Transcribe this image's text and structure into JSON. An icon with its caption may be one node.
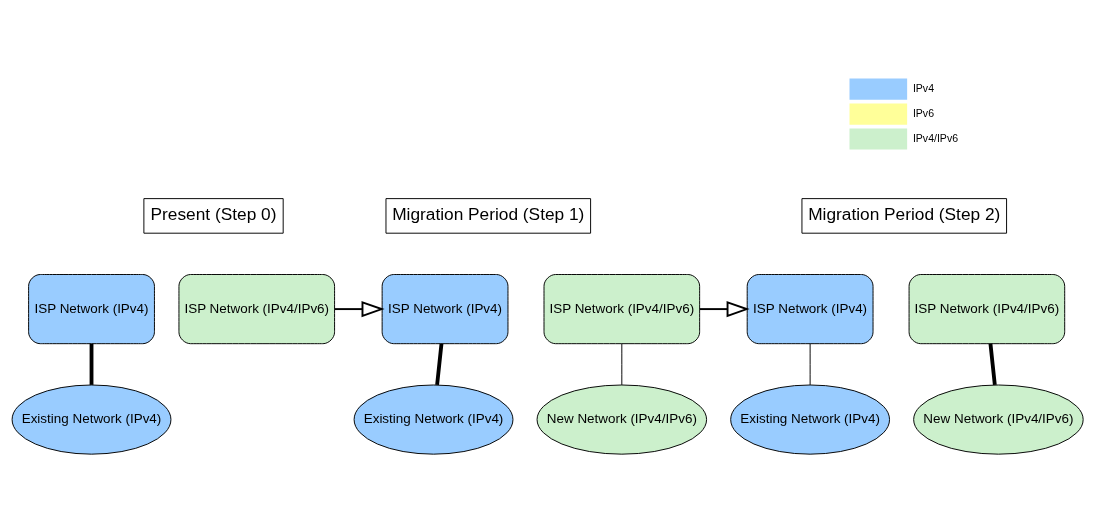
{
  "diagram": {
    "nodes": [
      {
        "text": [
          "Present (Step 0)"
        ]
      },
      {
        "text": [
          "ISP Network (IPv4)"
        ]
      },
      {
        "text": [
          "ISP Network (IPv4/IPv6)"
        ]
      },
      {
        "text": [
          "Existing Network (IPv4)"
        ]
      },
      {
        "text": [
          "Migration Period (Step 1)"
        ]
      },
      {
        "text": [
          "ISP Network (IPv4)"
        ]
      },
      {
        "text": [
          "ISP Network (IPv4/IPv6)"
        ]
      },
      {
        "text": [
          "Existing Network (IPv4)"
        ]
      },
      {
        "text": [
          "New Network (IPv4/IPv6)"
        ]
      },
      {
        "text": [
          "Migration Period (Step 2)"
        ]
      },
      {
        "text": [
          "ISP Network (IPv4)"
        ]
      },
      {
        "text": [
          "ISP Network (IPv4/IPv6)"
        ]
      },
      {
        "text": [
          "Existing Network (IPv4)"
        ]
      },
      {
        "text": [
          "New Network (IPv4/IPv6)"
        ]
      }
    ],
    "edges": [
      {
        "from": 1,
        "to": 3,
        "arrow": "none",
        "style": "thick"
      },
      {
        "from": 2,
        "to": 5,
        "arrow": "to"
      },
      {
        "from": 5,
        "to": 7,
        "arrow": "none",
        "style": "thick"
      },
      {
        "from": 6,
        "to": 8,
        "arrow": "none"
      },
      {
        "from": 6,
        "to": 10,
        "arrow": "to"
      },
      {
        "from": 10,
        "to": 12,
        "arrow": "none"
      },
      {
        "from": 11,
        "to": 13,
        "arrow": "none",
        "style": "thick"
      }
    ],
    "legend": [
      {
        "text": "IPv4",
        "color": "#99ccff"
      },
      {
        "text": "IPv6",
        "color": "#ffff99"
      },
      {
        "text": "IPv4/IPv6",
        "color": "#ccf0cc"
      }
    ]
  }
}
